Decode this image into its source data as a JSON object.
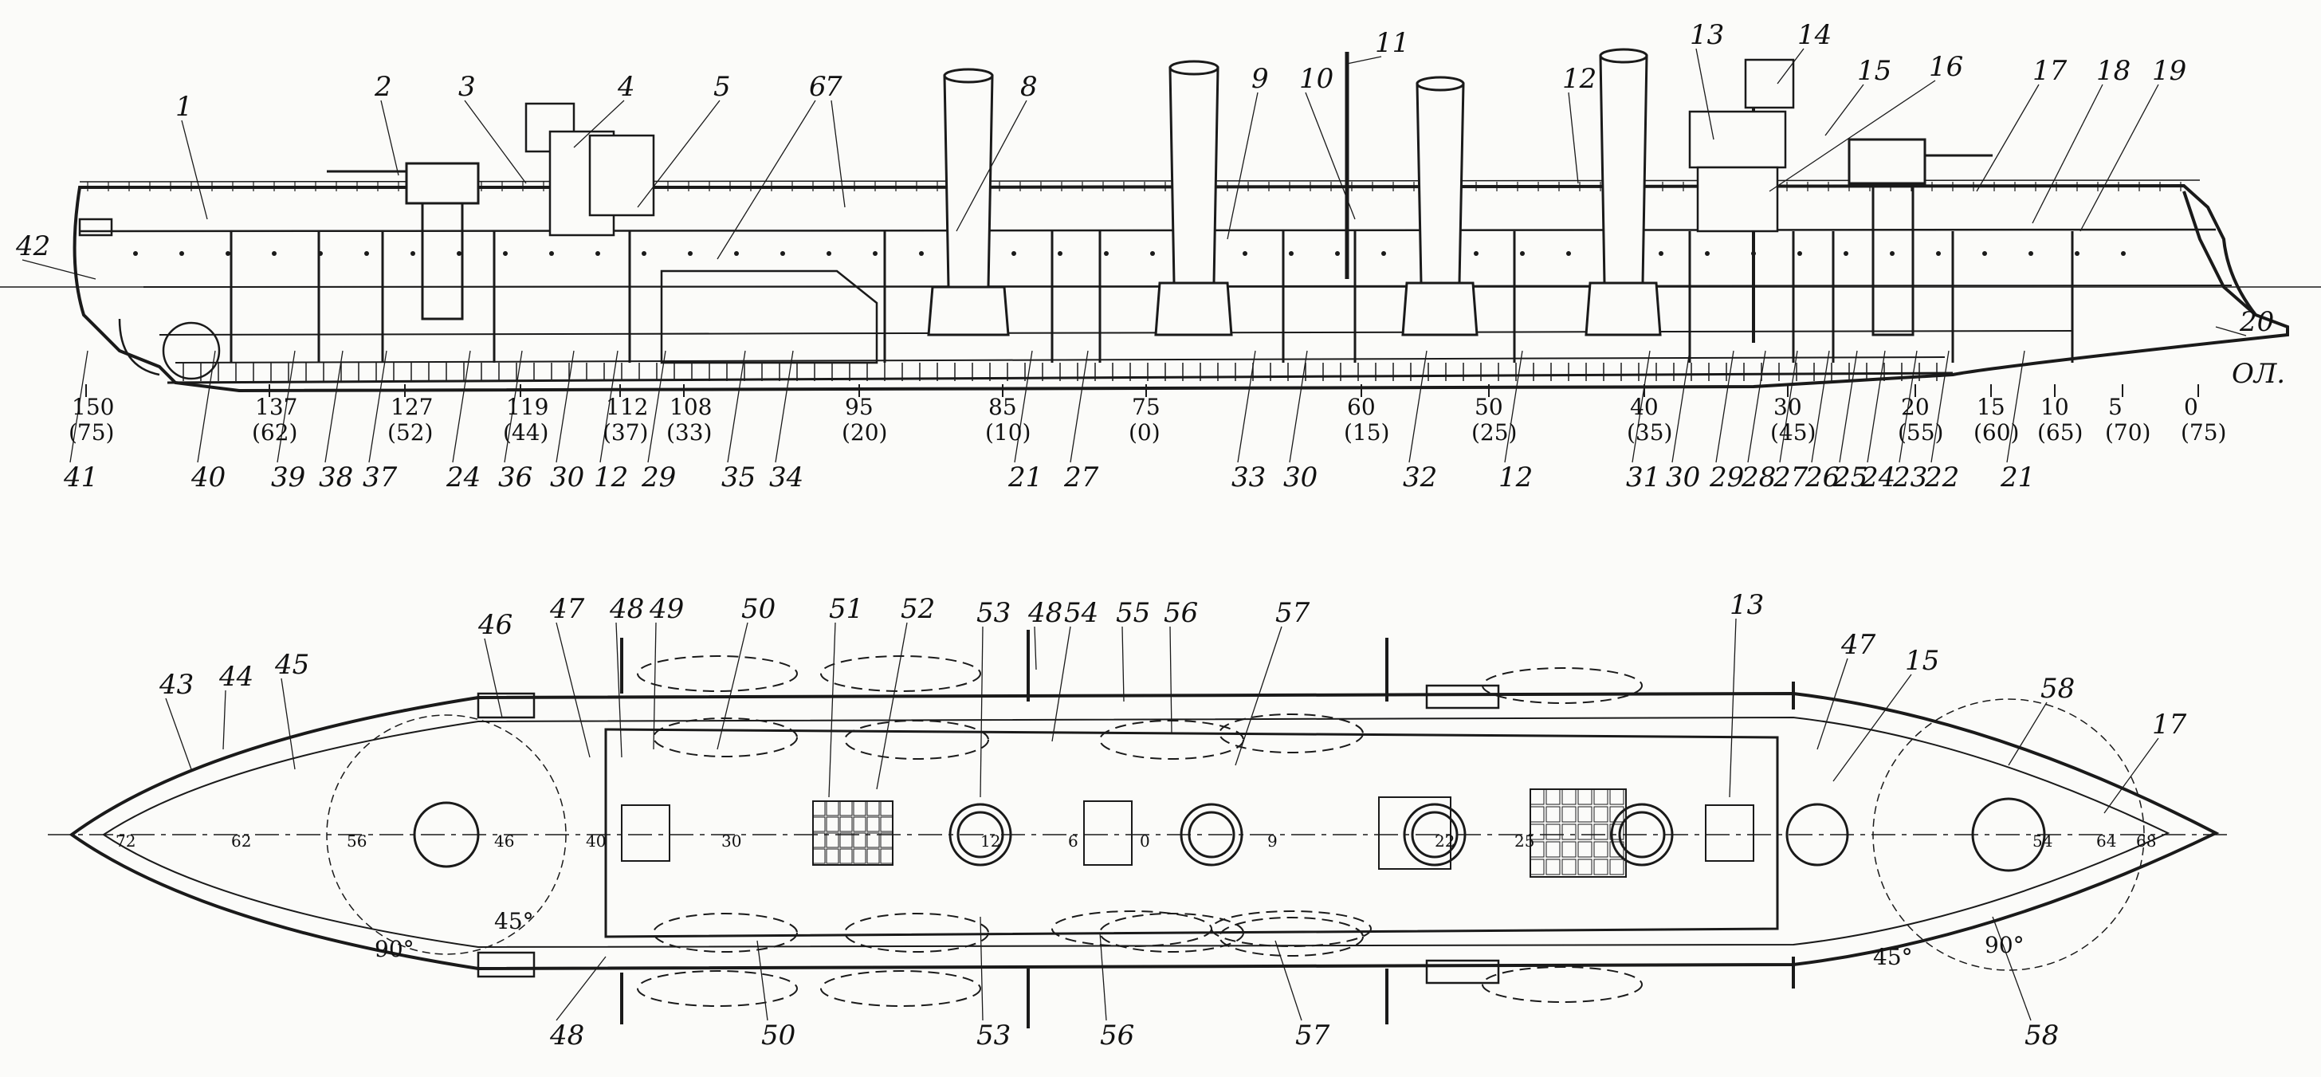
{
  "profile": {
    "callouts_top": [
      "1",
      "2",
      "3",
      "4",
      "5",
      "6",
      "7",
      "8",
      "9",
      "10",
      "11",
      "12",
      "13",
      "14",
      "15",
      "16",
      "17",
      "18",
      "19"
    ],
    "callouts_side": [
      "42",
      "20"
    ],
    "callouts_bottom": [
      "41",
      "40",
      "39",
      "38",
      "37",
      "24",
      "36",
      "30",
      "12",
      "29",
      "35",
      "34",
      "21",
      "27",
      "33",
      "30",
      "32",
      "12",
      "31",
      "30",
      "29",
      "28",
      "27",
      "26",
      "25",
      "24",
      "23",
      "22",
      "21"
    ],
    "frame_marks": [
      {
        "frame": "150",
        "sub": "(75)"
      },
      {
        "frame": "137",
        "sub": "(62)"
      },
      {
        "frame": "127",
        "sub": "(52)"
      },
      {
        "frame": "119",
        "sub": "(44)"
      },
      {
        "frame": "112",
        "sub": "(37)"
      },
      {
        "frame": "108",
        "sub": "(33)"
      },
      {
        "frame": "95",
        "sub": "(20)"
      },
      {
        "frame": "85",
        "sub": "(10)"
      },
      {
        "frame": "75",
        "sub": "(0)"
      },
      {
        "frame": "60",
        "sub": "(15)"
      },
      {
        "frame": "50",
        "sub": "(25)"
      },
      {
        "frame": "40",
        "sub": "(35)"
      },
      {
        "frame": "30",
        "sub": "(45)"
      },
      {
        "frame": "20",
        "sub": "(55)"
      },
      {
        "frame": "15",
        "sub": "(60)"
      },
      {
        "frame": "10",
        "sub": "(65)"
      },
      {
        "frame": "5",
        "sub": "(70)"
      },
      {
        "frame": "0",
        "sub": "(75)"
      }
    ],
    "waterline_label": "ОЛ."
  },
  "plan": {
    "callouts_top": [
      "43",
      "44",
      "45",
      "46",
      "47",
      "48",
      "49",
      "50",
      "51",
      "52",
      "53",
      "48",
      "54",
      "55",
      "56",
      "57",
      "13",
      "47",
      "15",
      "58",
      "17"
    ],
    "callouts_bottom": [
      "48",
      "50",
      "53",
      "56",
      "57",
      "58"
    ],
    "deck_numbers": [
      "72",
      "62",
      "56",
      "46",
      "40",
      "30",
      "12",
      "6",
      "0",
      "9",
      "22",
      "25",
      "54",
      "64",
      "68"
    ],
    "angles": [
      "90°",
      "45°",
      "45°",
      "90°"
    ]
  }
}
